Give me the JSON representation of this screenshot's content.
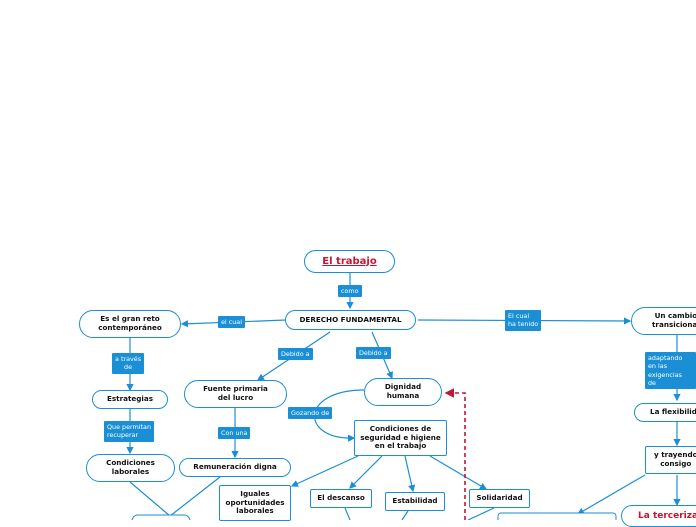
{
  "map": {
    "title": "El trabajo",
    "nodes": {
      "derecho": "DERECHO FUNDAMENTAL",
      "reto": "Es el gran reto\ncontemporáneo",
      "estrategias": "Estrategias",
      "condiciones_laborales": "Condiciones\nlaborales",
      "fuente": "Fuente primaria\ndel lucro",
      "remuneracion": "Remuneración digna",
      "iguales": "Iguales\noportunidades\nlaborales",
      "dignidad": "Dignidad\nhumana",
      "condiciones_seguridad": "Condiciones de\nseguridad e higiene\nen el trabajo",
      "descanso": "El descanso",
      "estabilidad": "Estabilidad",
      "solidaridad": "Solidaridad",
      "cambio": "Un cambio\ntransicional",
      "flexibilidad": "La flexibilid",
      "trayendo": "y trayendo\nconsigo",
      "tercerizacion": "La terceriza"
    },
    "labels": {
      "como": "como",
      "el_cual_left": "el cual",
      "el_cual_right": "El cual\nha tenido",
      "debido_1": "Debido a",
      "debido_2": "Debido a",
      "a_traves": "a través\nde",
      "que_permitan": "Que permitan\nrecuperar",
      "con_una": "Con una",
      "gozando": "Gozando de",
      "adaptando": "adaptando\nen las exigencias\nde"
    }
  },
  "colors": {
    "accent": "#1a8fd6",
    "title_red": "#c21732",
    "dashed_red": "#c21732"
  }
}
